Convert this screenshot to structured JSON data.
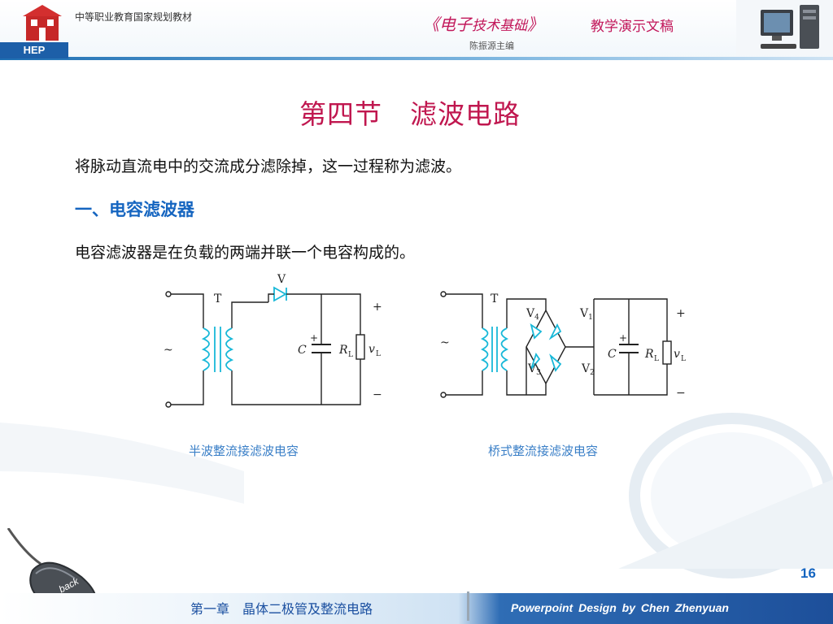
{
  "header": {
    "publisher": "中等职业教育国家规划教材",
    "logo_text": "HEP",
    "book_title_main": "《电子",
    "book_title_sub": "技术基础",
    "book_title_close": "》",
    "book_suffix": "教学演示文稿",
    "editor": "陈振源主编"
  },
  "content": {
    "section_title": "第四节　滤波电路",
    "paragraph1": "将脉动直流电中的交流成分滤除掉，这一过程称为滤波。",
    "sub_heading": "一、电容滤波器",
    "paragraph2": "电容滤波器是在负载的两端并联一个电容构成的。"
  },
  "circuits": {
    "half_wave": {
      "caption": "半波整流接滤波电容",
      "labels": {
        "diode": "V",
        "transformer": "T",
        "ac": "~",
        "cap": "C",
        "cap_plus": "+",
        "load": "R",
        "load_sub": "L",
        "vout": "v",
        "vout_sub": "L",
        "plus": "+",
        "minus": "−"
      }
    },
    "bridge": {
      "caption": "桥式整流接滤波电容",
      "labels": {
        "transformer": "T",
        "ac": "~",
        "v1": "V",
        "v1_sub": "1",
        "v2": "V",
        "v2_sub": "2",
        "v3": "V",
        "v3_sub": "3",
        "v4": "V",
        "v4_sub": "4",
        "cap": "C",
        "cap_plus": "+",
        "load": "R",
        "load_sub": "L",
        "vout": "v",
        "vout_sub": "L",
        "plus": "+",
        "minus": "−"
      }
    }
  },
  "navigation": {
    "back_label": "back",
    "page_number": "16"
  },
  "footer": {
    "chapter": "第一章　晶体二极管及整流电路",
    "design": "Powerpoint Design by Chen Zhenyuan"
  },
  "colors": {
    "title": "#c0174f",
    "heading": "#1565c0",
    "caption": "#3a7fc7",
    "component": "#18b8d8"
  }
}
